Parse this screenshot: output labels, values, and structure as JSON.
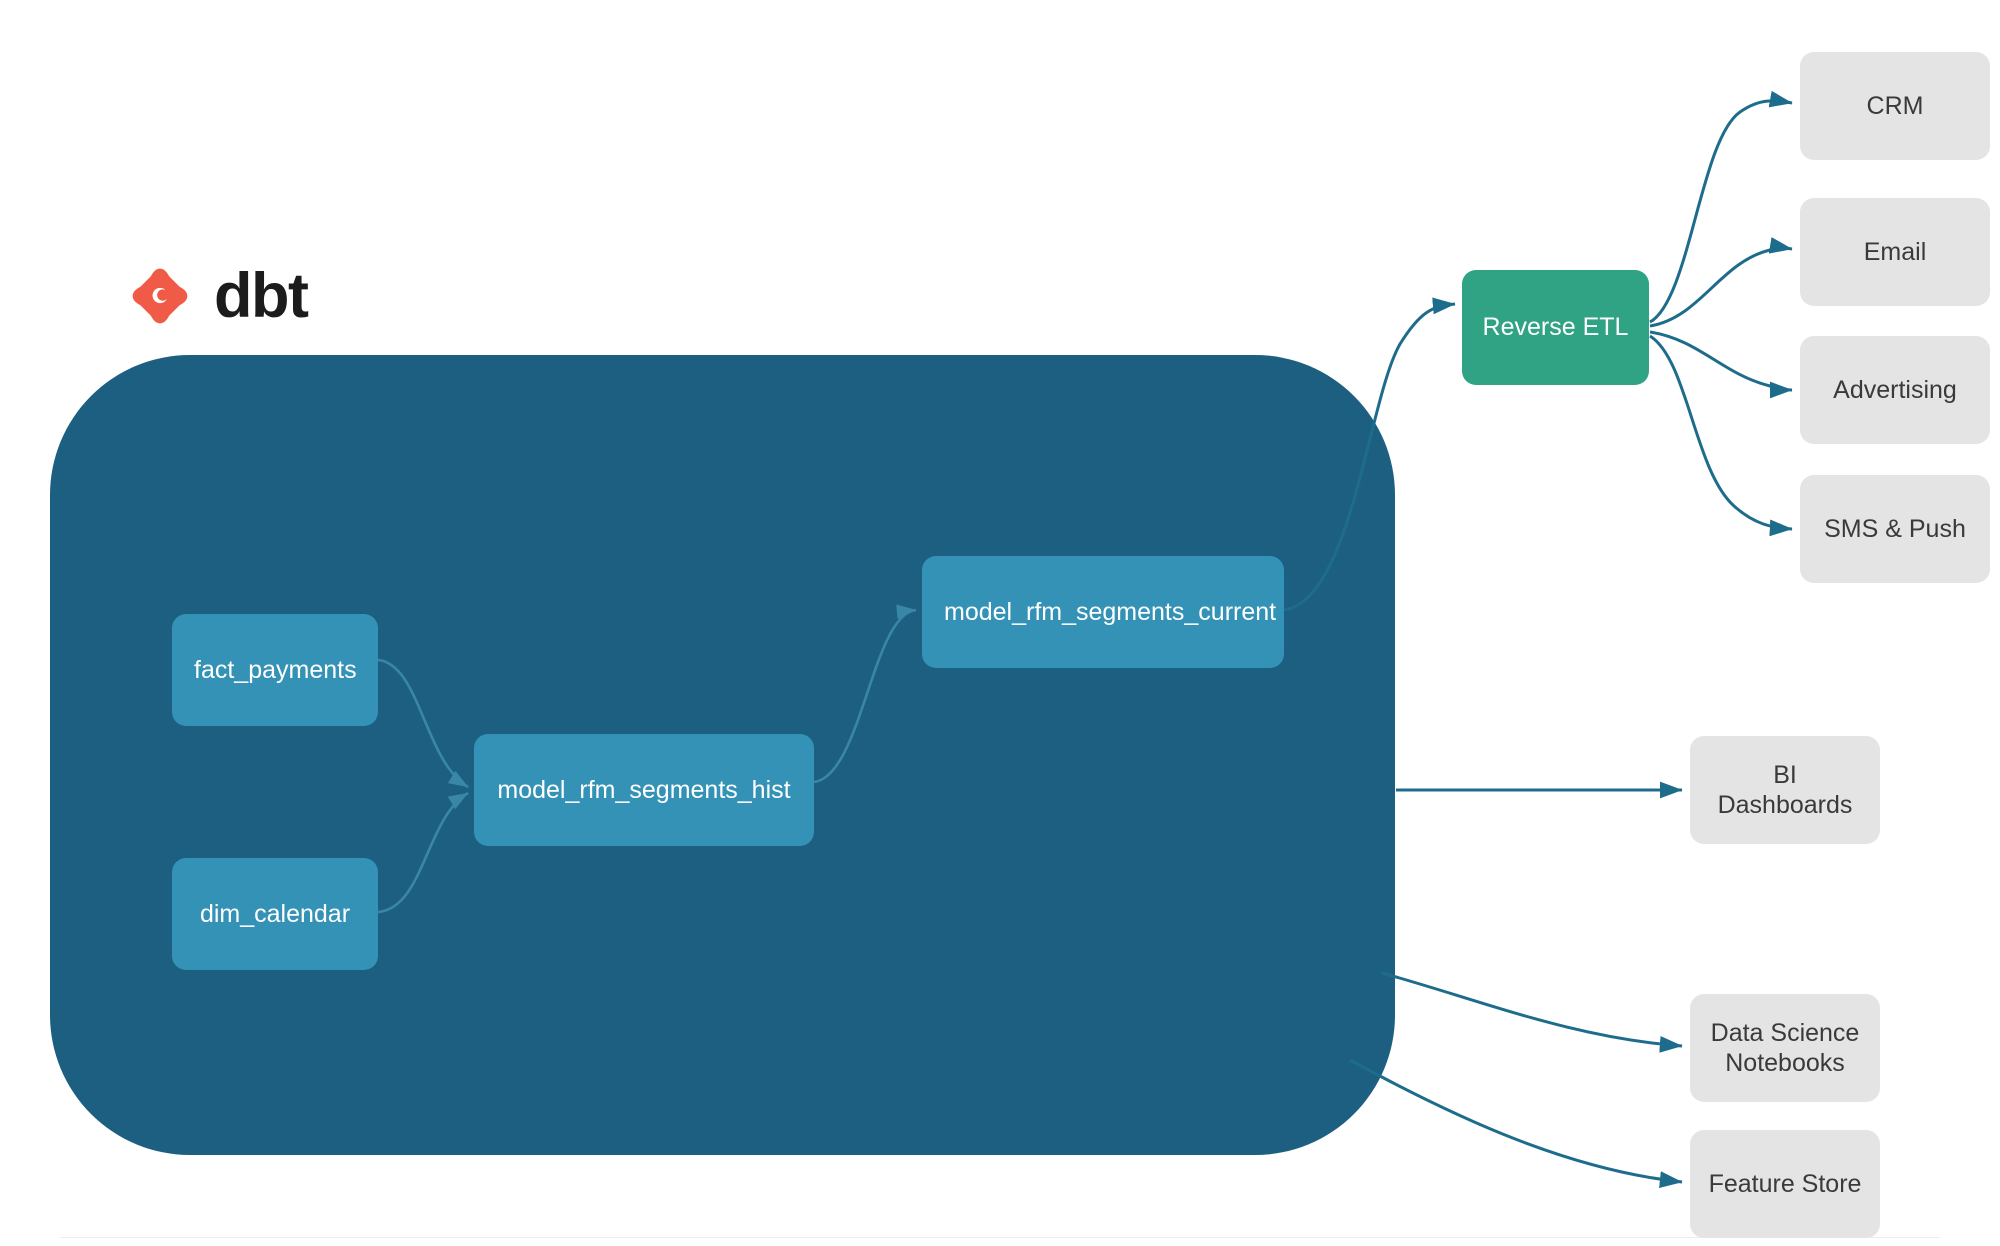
{
  "brand": {
    "name": "dbt",
    "logo_icon": "dbt-logo-icon",
    "logo_color": "#ef5b47",
    "wordmark_color": "#1c1c1c"
  },
  "colors": {
    "background": "#ffffff",
    "dbt_container": "#1d5f80",
    "model_node": "#3392b5",
    "model_node_text": "#ffffff",
    "reverse_etl": "#2fa383",
    "reverse_etl_text": "#ffffff",
    "destination": "#e4e4e4",
    "destination_text": "#3a3a3a",
    "edge_outer": "#1e6c8c",
    "edge_inner": "#3a86a6"
  },
  "dbt_project": {
    "label": "dbt",
    "models": [
      {
        "id": "fact_payments",
        "label": "fact_payments",
        "kind": "source"
      },
      {
        "id": "dim_calendar",
        "label": "dim_calendar",
        "kind": "source"
      },
      {
        "id": "model_rfm_segments_hist",
        "label": "model_rfm_segments_hist",
        "kind": "model"
      },
      {
        "id": "model_rfm_segments_current",
        "label": "model_rfm_segments_current",
        "kind": "model"
      }
    ]
  },
  "activation": {
    "reverse_etl": {
      "id": "reverse_etl",
      "label": "Reverse ETL"
    },
    "destinations": [
      {
        "id": "crm",
        "label": "CRM"
      },
      {
        "id": "email",
        "label": "Email"
      },
      {
        "id": "advertising",
        "label": "Advertising"
      },
      {
        "id": "sms_push",
        "label": "SMS & Push"
      }
    ]
  },
  "consumers": [
    {
      "id": "bi_dashboards",
      "label": "BI Dashboards"
    },
    {
      "id": "data_science_notebooks",
      "label": "Data Science\nNotebooks",
      "label_line1": "Data Science",
      "label_line2": "Notebooks"
    },
    {
      "id": "feature_store",
      "label": "Feature Store"
    }
  ],
  "edges": [
    {
      "from": "fact_payments",
      "to": "model_rfm_segments_hist",
      "scope": "inner"
    },
    {
      "from": "dim_calendar",
      "to": "model_rfm_segments_hist",
      "scope": "inner"
    },
    {
      "from": "model_rfm_segments_hist",
      "to": "model_rfm_segments_current",
      "scope": "inner"
    },
    {
      "from": "model_rfm_segments_current",
      "to": "reverse_etl",
      "scope": "outer"
    },
    {
      "from": "model_rfm_segments_hist",
      "to": "bi_dashboards",
      "scope": "outer"
    },
    {
      "from": "model_rfm_segments_hist",
      "to": "data_science_notebooks",
      "scope": "outer"
    },
    {
      "from": "model_rfm_segments_hist",
      "to": "feature_store",
      "scope": "outer"
    },
    {
      "from": "reverse_etl",
      "to": "crm",
      "scope": "outer"
    },
    {
      "from": "reverse_etl",
      "to": "email",
      "scope": "outer"
    },
    {
      "from": "reverse_etl",
      "to": "advertising",
      "scope": "outer"
    },
    {
      "from": "reverse_etl",
      "to": "sms_push",
      "scope": "outer"
    }
  ]
}
